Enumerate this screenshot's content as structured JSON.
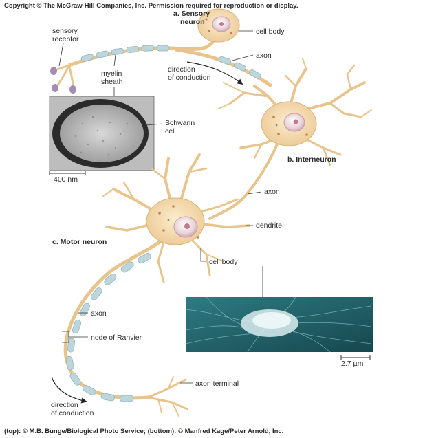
{
  "copyright": "Copyright © The McGraw-Hill Companies, Inc. Permission required for reproduction or display.",
  "credit": "(top): © M.B. Bunge/Biological Photo Service; (bottom): © Manfred Kage/Peter Arnold, Inc.",
  "labels": {
    "sensory_title_1": "a. Sensory",
    "sensory_title_2": "neuron",
    "sensory_receptor_1": "sensory",
    "sensory_receptor_2": "receptor",
    "myelin_1": "myelin",
    "myelin_2": "sheath",
    "cell_body_top": "cell body",
    "axon_top": "axon",
    "direction_1": "direction",
    "direction_2": "of conduction",
    "schwann_1": "Schwann",
    "schwann_2": "cell",
    "scale_400": "400 nm",
    "interneuron": "b.  Interneuron",
    "axon_mid": "axon",
    "dendrite": "dendrite",
    "motor_neuron": "c. Motor neuron",
    "cell_body_mid": "cell body",
    "axon_low": "axon",
    "node_ranvier": "node of Ranvier",
    "scale_27": "2.7 µm",
    "axon_terminal": "axon terminal",
    "direction_b1": "direction",
    "direction_b2": "of conduction"
  },
  "colors": {
    "neuron_fill": "#f3dcb0",
    "neuron_stroke": "#d9b27a",
    "myelin": "#bcd6dc",
    "micrograph_bg": "#1f5961"
  }
}
